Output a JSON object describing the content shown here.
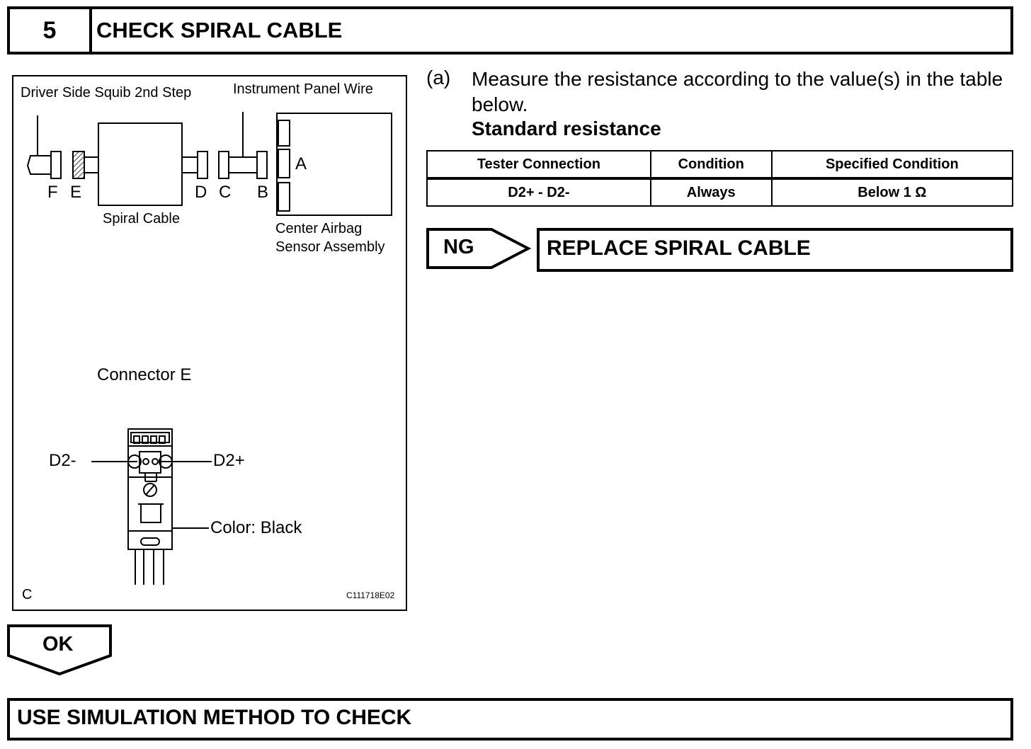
{
  "step": {
    "number": "5",
    "title": "CHECK SPIRAL CABLE"
  },
  "figure": {
    "labels": {
      "driver_squib": "Driver Side Squib 2nd Step",
      "instrument_panel_wire": "Instrument Panel Wire",
      "spiral_cable": "Spiral Cable",
      "center_airbag_line1": "Center Airbag",
      "center_airbag_line2": "Sensor Assembly",
      "connector_e": "Connector E",
      "d2_minus": "D2-",
      "d2_plus": "D2+",
      "color": "Color: Black",
      "corner": "C",
      "figure_id": "C111718E02"
    },
    "connectors": {
      "A": "A",
      "B": "B",
      "C": "C",
      "D": "D",
      "E": "E",
      "F": "F"
    }
  },
  "instruction": {
    "marker": "(a)",
    "text": "Measure the resistance according to the value(s) in the table below.",
    "standard": "Standard resistance"
  },
  "table": {
    "headers": [
      "Tester Connection",
      "Condition",
      "Specified Condition"
    ],
    "rows": [
      [
        "D2+ - D2-",
        "Always",
        "Below 1 Ω"
      ]
    ]
  },
  "ng": {
    "label": "NG",
    "action": "REPLACE SPIRAL CABLE"
  },
  "ok": {
    "label": "OK"
  },
  "next": {
    "action": "USE SIMULATION METHOD TO CHECK"
  }
}
